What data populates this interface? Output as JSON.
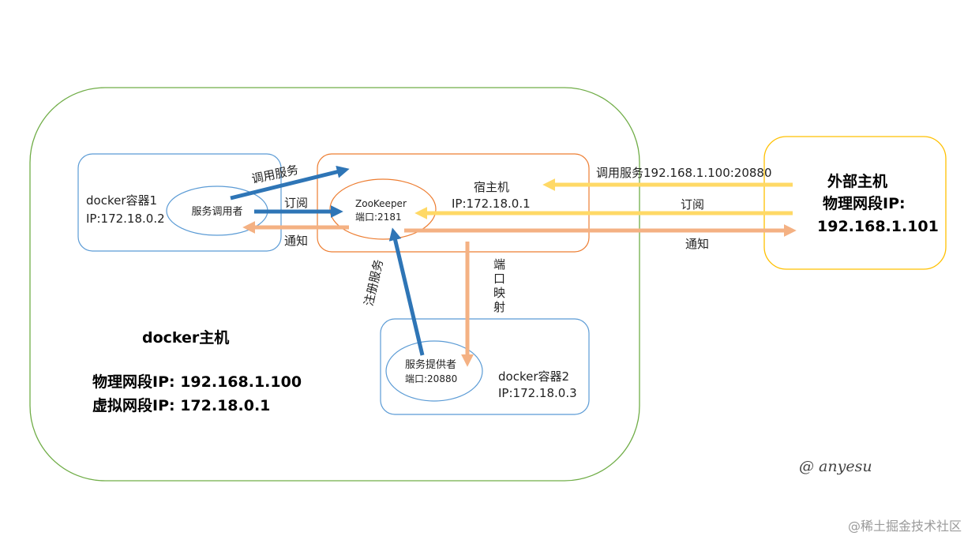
{
  "docker_host": {
    "title": "docker主机",
    "physical_ip": "物理网段IP: 192.168.1.100",
    "virtual_ip": "虚拟网段IP: 172.18.0.1"
  },
  "container1": {
    "name": "docker容器1",
    "ip": "IP:172.18.0.2",
    "consumer": "服务调用者"
  },
  "host_box": {
    "name": "宿主机",
    "ip": "IP:172.18.0.1",
    "zk_name": "ZooKeeper",
    "zk_port": "端口:2181"
  },
  "container2": {
    "name": "docker容器2",
    "ip": "IP:172.18.0.3",
    "provider": "服务提供者",
    "provider_port": "端口:20880"
  },
  "external": {
    "line1": "外部主机",
    "line2": "物理网段IP:",
    "line3": "192.168.1.101"
  },
  "arrows": {
    "call_service": "调用服务",
    "subscribe": "订阅",
    "notify": "通知",
    "register_service": "注册服务",
    "port_mapping": "端口映射",
    "ext_call": "调用服务192.168.1.100:20880",
    "ext_subscribe": "订阅",
    "ext_notify": "通知"
  },
  "signature": "@ anyesu",
  "watermark": "@稀土掘金技术社区",
  "colors": {
    "host_border": "#70ad47",
    "container_border": "#5b9bd5",
    "zk_border": "#ed7d31",
    "external_border": "#ffc000",
    "blue_arrow": "#2e75b6",
    "orange_arrow": "#f4b183",
    "yellow_arrow": "#ffd966"
  }
}
